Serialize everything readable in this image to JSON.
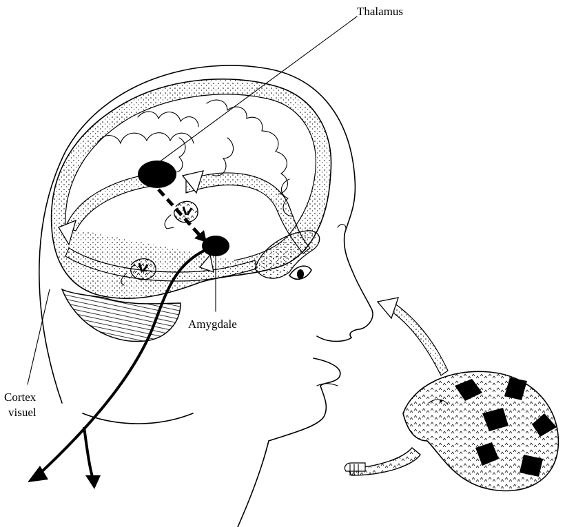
{
  "labels": {
    "thalamus": "Thalamus",
    "amygdala": "Amygdale",
    "visual_cortex_line1": "Cortex",
    "visual_cortex_line2": "visuel"
  },
  "colors": {
    "ink": "#000000",
    "background": "#ffffff"
  }
}
